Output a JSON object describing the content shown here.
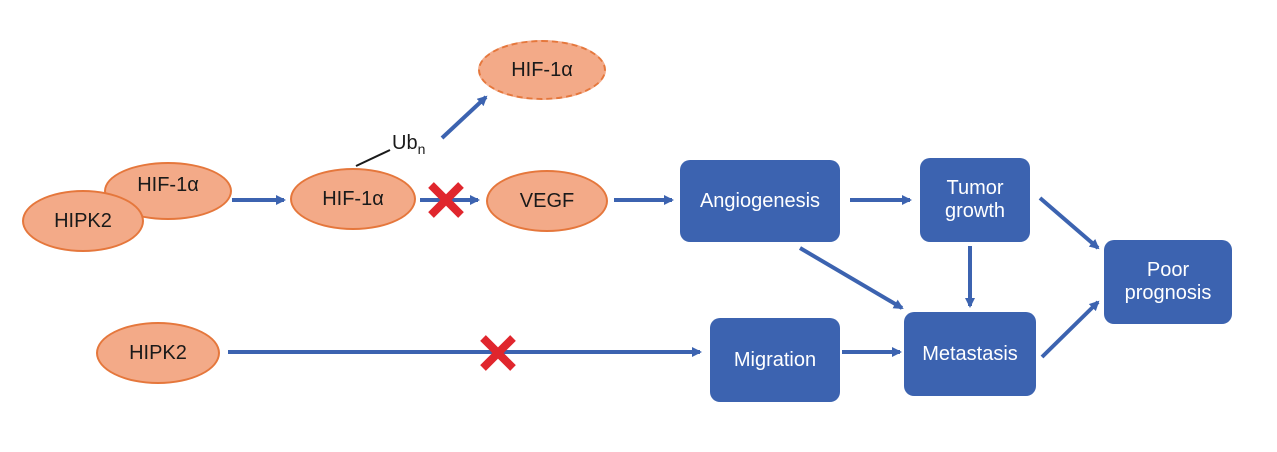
{
  "nodes": {
    "hipk2_top": "HIPK2",
    "hif_complex": "HIF-1α",
    "hif_center": "HIF-1α",
    "hif_degraded": "HIF-1α",
    "vegf": "VEGF",
    "hipk2_bottom": "HIPK2",
    "angiogenesis": "Angiogenesis",
    "tumor_growth": [
      "Tumor",
      "growth"
    ],
    "migration": "Migration",
    "metastasis": "Metastasis",
    "poor_prognosis": [
      "Poor",
      "prognosis"
    ]
  },
  "ubiquitin": {
    "base": "Ub",
    "subscript": "n"
  },
  "colors": {
    "ellipse_fill": "#f3aa88",
    "ellipse_border": "#e5773c",
    "box_fill": "#3c63b0",
    "arrow": "#3c63b0",
    "block_mark": "#e0262d"
  }
}
